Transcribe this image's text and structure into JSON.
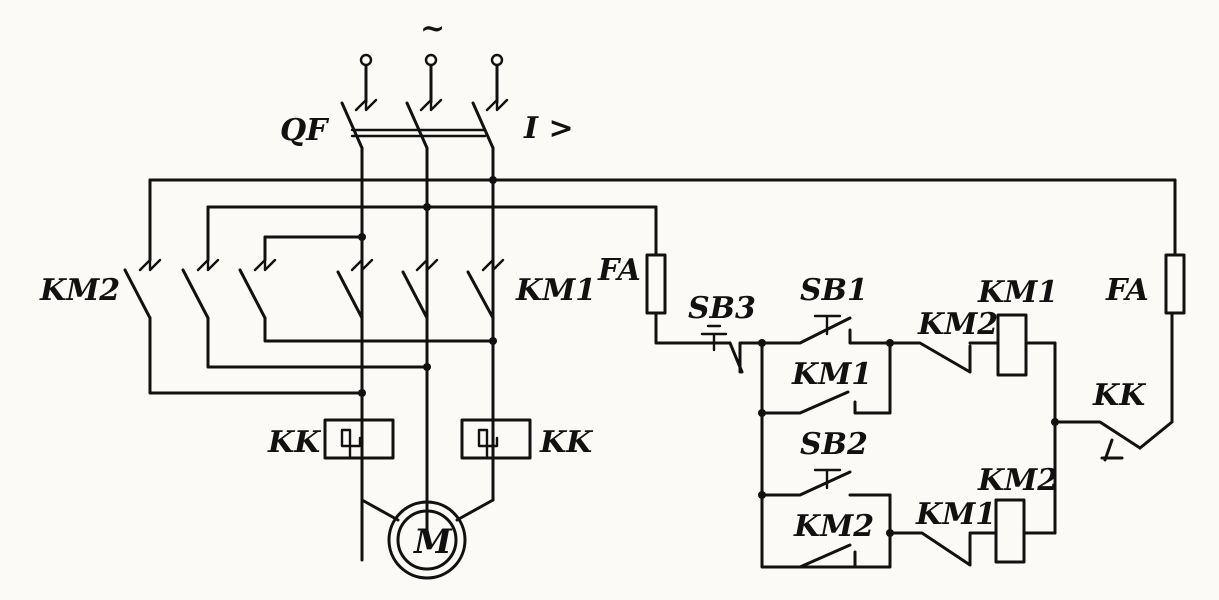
{
  "labels": {
    "breaker": "QF",
    "overcurrent": "I >",
    "km2_main": "KM2",
    "km1_main": "KM1",
    "fuse_left": "FA",
    "fuse_right": "FA",
    "sb3": "SB3",
    "sb1": "SB1",
    "km1_coil": "KM1",
    "km2_nc_top": "KM2",
    "km1_hold": "KM1",
    "kk_ctrl": "KK",
    "sb2": "SB2",
    "km2_coil": "KM2",
    "km2_hold": "KM2",
    "km1_nc_bottom": "KM1",
    "kk_left": "KK",
    "kk_right": "KK",
    "motor": "M",
    "bar": "~"
  }
}
